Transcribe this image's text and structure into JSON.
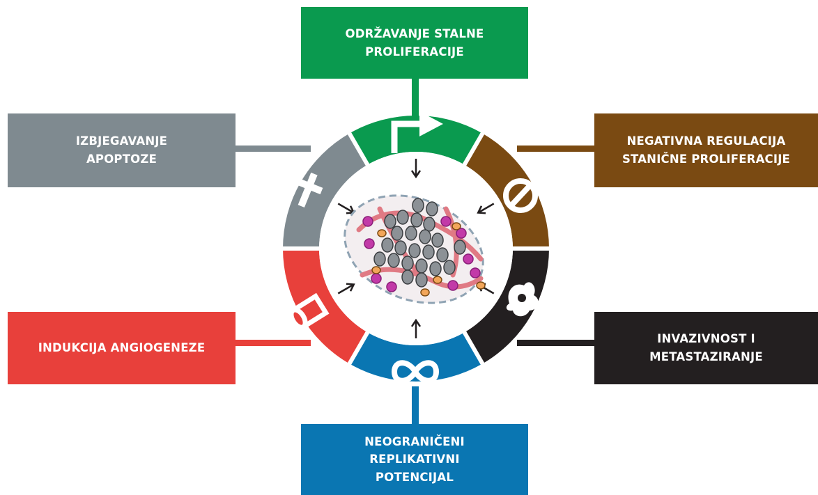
{
  "colors": {
    "green": "#0a9a4f",
    "brown": "#7a4a12",
    "black": "#231f20",
    "blue": "#0a76b2",
    "red": "#e8403b",
    "gray": "#7f8a90",
    "white": "#ffffff"
  },
  "labels": {
    "proliferation": [
      "ODRŽAVANJE STALNE",
      "PROLIFERACIJE"
    ],
    "growth_suppressors": [
      "NEGATIVNA REGULACIJA",
      "STANIČNE PROLIFERACIJE"
    ],
    "invasion": [
      "INVAZIVNOST I",
      "METASTAZIRANJE"
    ],
    "replicative": [
      "NEOGRANIČENI",
      "REPLIKATIVNI",
      "POTENCIJAL"
    ],
    "angiogenesis": [
      "INDUKCIJA ANGIOGENEZE"
    ],
    "apoptosis": [
      "IZBJEGAVANJE",
      "APOPTOZE"
    ]
  },
  "icons": {
    "proliferation": "bent-arrow-icon",
    "growth_suppressors": "prohibition-icon",
    "invasion": "metastatic-cell-icon",
    "replicative": "infinity-icon",
    "angiogenesis": "blood-vessel-icon",
    "apoptosis": "cross-icon",
    "center": "tumor-cells-icon"
  }
}
